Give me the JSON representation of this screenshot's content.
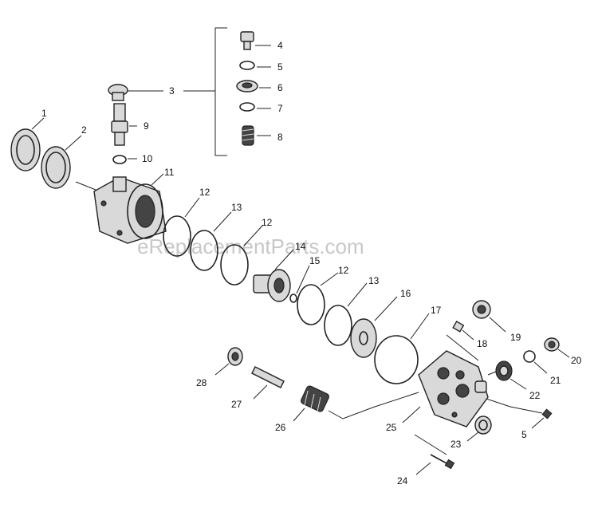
{
  "watermark": "eReplacementParts.com",
  "callouts": {
    "c1": "1",
    "c2": "2",
    "c3": "3",
    "c4": "4",
    "c5a": "5",
    "c6": "6",
    "c7": "7",
    "c8": "8",
    "c9": "9",
    "c10": "10",
    "c11": "11",
    "c12a": "12",
    "c13a": "13",
    "c12b": "12",
    "c14": "14",
    "c15": "15",
    "c12c": "12",
    "c13b": "13",
    "c16": "16",
    "c17": "17",
    "c18": "18",
    "c19": "19",
    "c20": "20",
    "c21": "21",
    "c22": "22",
    "c23": "23",
    "c24": "24",
    "c25": "25",
    "c26": "26",
    "c27": "27",
    "c28": "28",
    "c5b": "5"
  }
}
